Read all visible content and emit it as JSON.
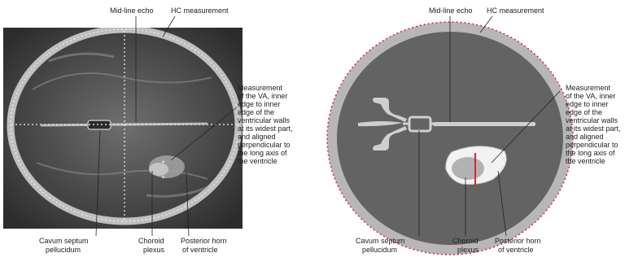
{
  "colors": {
    "skull": "#b7b7b7",
    "brain": "#636363",
    "structure": "#cfcfcf",
    "hc_dots": "#d8324a",
    "va_line": "#d4283e",
    "leader": "#222222",
    "ultrasound_bg": "#3e3e3e"
  },
  "labels": {
    "midline_echo": "Mid-line echo",
    "hc_measurement": "HC measurement",
    "va_measurement": [
      "Measurement",
      "of the VA, inner",
      "edge to inner",
      "edge of the",
      "ventricular walls",
      "at its widest part,",
      "and aligned",
      "perpendicular to",
      "the long axis of",
      "the ventricle"
    ],
    "cavum": [
      "Cavum septum",
      "pellucidum"
    ],
    "choroid": [
      "Choroid",
      "plexus"
    ],
    "posterior_horn": [
      "Posterior horn",
      "of ventricle"
    ]
  },
  "panels": {
    "left": {
      "type": "ultrasound-image"
    },
    "right": {
      "type": "schematic-diagram"
    }
  }
}
